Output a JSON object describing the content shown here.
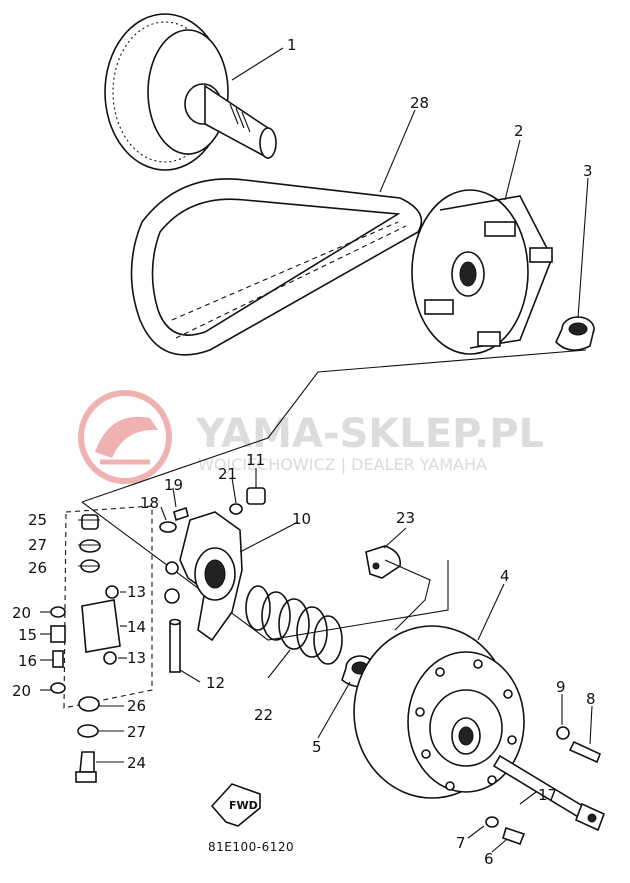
{
  "watermark": {
    "title": "YAMA-SKLEP.PL",
    "subtitle": "WOJCIECHOWICZ | DEALER YAMAHA",
    "logo_color": "#e57373",
    "text_color": "#d6d6d6"
  },
  "diagram": {
    "drawing_code": "81E100-6120",
    "direction_label": "FWD",
    "callouts": [
      "1",
      "2",
      "3",
      "4",
      "5",
      "6",
      "7",
      "8",
      "9",
      "10",
      "11",
      "12",
      "13",
      "13",
      "14",
      "15",
      "16",
      "17",
      "18",
      "19",
      "20",
      "20",
      "21",
      "22",
      "23",
      "24",
      "25",
      "26",
      "26",
      "27",
      "27",
      "28"
    ]
  }
}
